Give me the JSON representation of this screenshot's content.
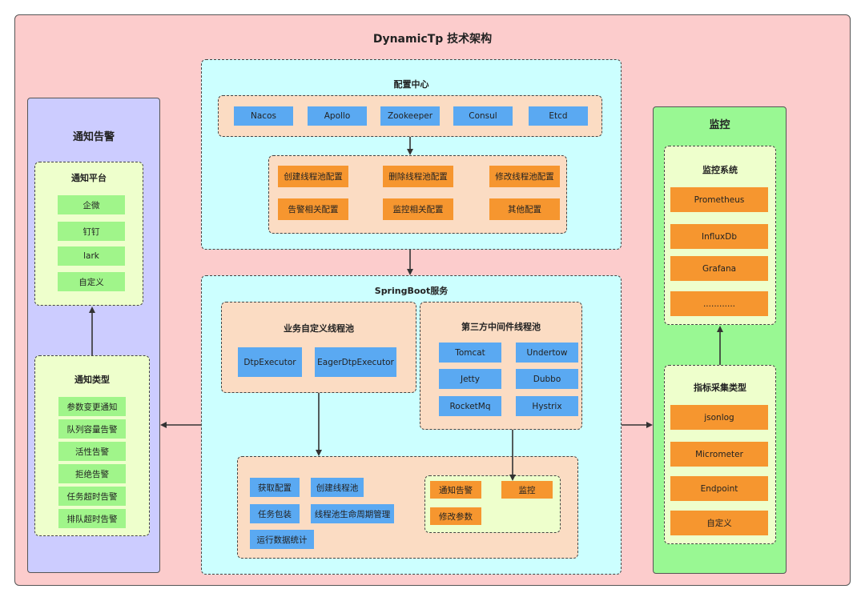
{
  "title": "DynamicTp 技术架构",
  "notify": {
    "title": "通知告警",
    "platform": {
      "title": "通知平台",
      "items": [
        "企微",
        "钉钉",
        "lark",
        "自定义"
      ]
    },
    "types": {
      "title": "通知类型",
      "items": [
        "参数变更通知",
        "队列容量告警",
        "活性告警",
        "拒绝告警",
        "任务超时告警",
        "排队超时告警"
      ]
    }
  },
  "config": {
    "title": "配置中心",
    "centers": [
      "Nacos",
      "Apollo",
      "Zookeeper",
      "Consul",
      "Etcd"
    ],
    "ops": [
      "创建线程池配置",
      "删除线程池配置",
      "修改线程池配置",
      "告警相关配置",
      "监控相关配置",
      "其他配置"
    ]
  },
  "springboot": {
    "title": "SpringBoot服务",
    "custom_pool": {
      "title": "业务自定义线程池",
      "items": [
        "DtpExecutor",
        "EagerDtpExecutor"
      ]
    },
    "third_pool": {
      "title": "第三方中间件线程池",
      "items": [
        "Tomcat",
        "Undertow",
        "Jetty",
        "Dubbo",
        "RocketMq",
        "Hystrix"
      ]
    },
    "core": {
      "items": [
        "获取配置",
        "创建线程池",
        "任务包装",
        "线程池生命周期管理",
        "运行数据统计"
      ]
    },
    "actions": {
      "items": [
        "通知告警",
        "监控",
        "修改参数"
      ]
    }
  },
  "monitor": {
    "title": "监控",
    "system": {
      "title": "监控系统",
      "items": [
        "Prometheus",
        "InfluxDb",
        "Grafana",
        "............"
      ]
    },
    "metrics": {
      "title": "指标采集类型",
      "items": [
        "jsonlog",
        "Micrometer",
        "Endpoint",
        "自定义"
      ]
    }
  },
  "colors": {
    "background": "#fccccc",
    "config_bg": "#ccffff",
    "notify_bg": "#ccccff",
    "monitor_bg": "#99f893",
    "inner_bg": "#fbdcc3",
    "light_green": "#eeffcc",
    "blue": "#5aa9f2",
    "orange": "#f6962f",
    "green": "#a0f58a"
  }
}
